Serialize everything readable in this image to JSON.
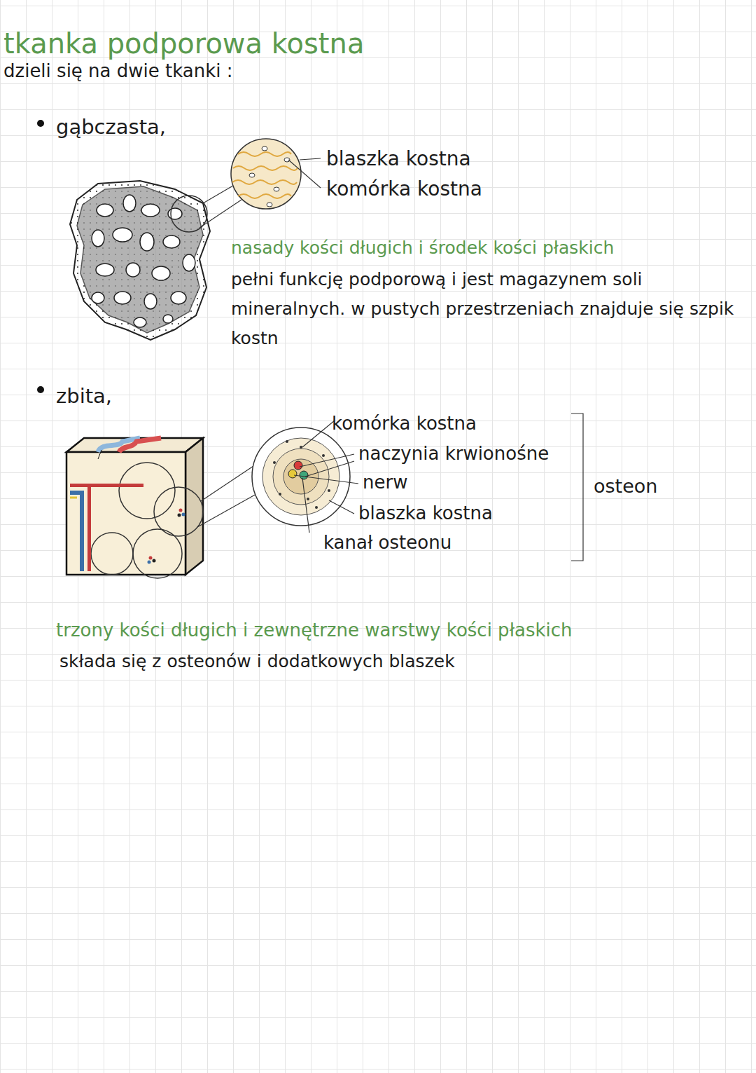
{
  "diagram": {
    "title": "tkanka podporowa kostna",
    "labels": [
      "dzieli się na dwie tkanki :",
      "gąbczasta,",
      "blaszka kostna",
      "komórka kostna",
      "nasady kości długich i środek kości płaskich",
      "pełni funkcję podporową i jest magazynem soli mineralnych. w pustych przestrzeniach znajduje się szpik kostn",
      "zbita,",
      "komórka kostna",
      "naczynia krwionośne",
      "nerw",
      "blaszka kostna",
      "kanał osteonu",
      "osteon",
      "trzony kości długich i zewnętrzne warstwy kości płaskich",
      "składa się z osteonów i dodatkowych blaszek"
    ]
  }
}
